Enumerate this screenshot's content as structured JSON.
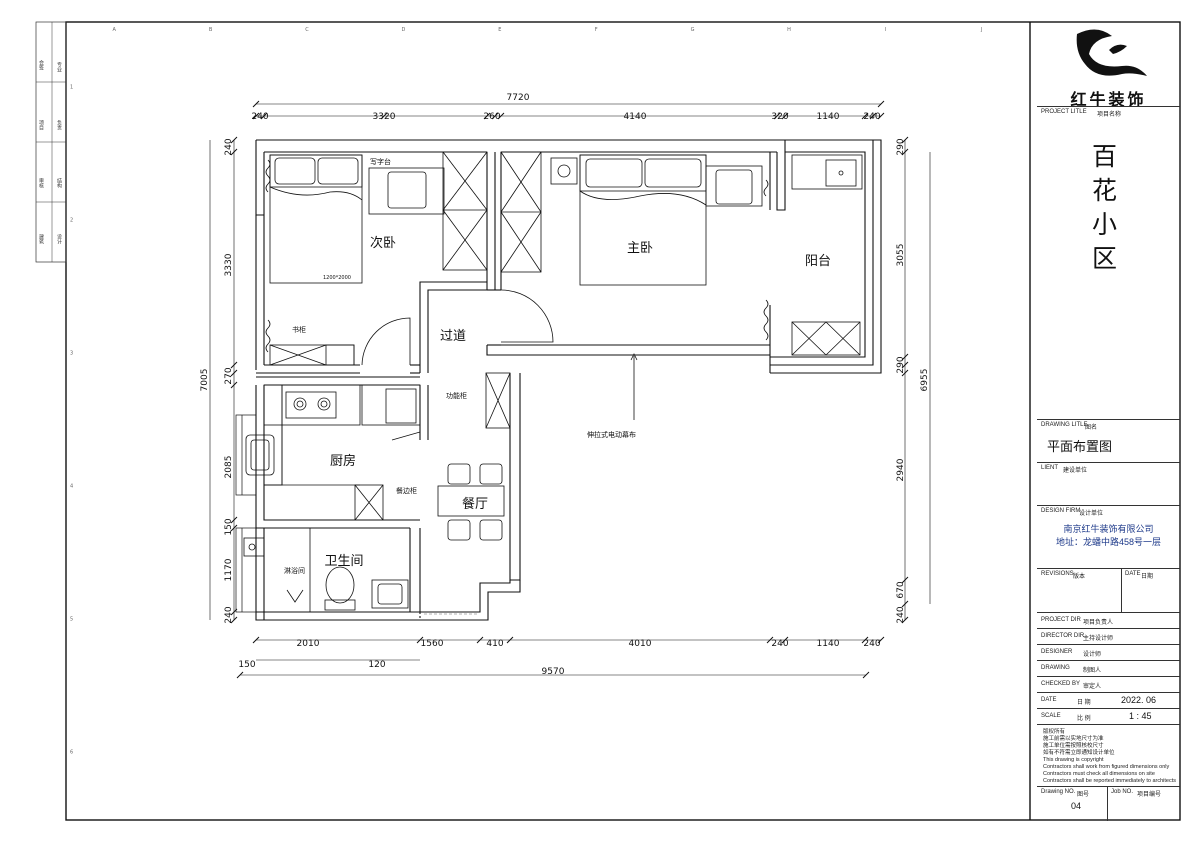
{
  "project": {
    "name": "百花小区",
    "name_chars": [
      "百",
      "花",
      "小",
      "区"
    ],
    "brand": "红牛装饰",
    "project_title_label": "PROJECT LITLE",
    "project_title_label_cn": "项目名称"
  },
  "drawing": {
    "title_label": "DRAWING LITLE",
    "title_label_cn": "图名",
    "title": "平面布置图",
    "client_label": "LIENT",
    "client_label_cn": "建设单位",
    "firm_label": "DESIGN FIRM",
    "firm_label_cn": "设计单位",
    "firm_name": "南京红牛装饰有限公司",
    "firm_address": "地址：龙蟠中路458号一层",
    "revisions_label": "REVISIONS",
    "revisions_label_cn": "版本",
    "date_small_label": "DATE",
    "date_small_label_cn": "日期",
    "project_dir_label": "PROJECT DIR",
    "project_dir_label_cn": "项目负责人",
    "director_label": "DIRECTOR DIR",
    "director_label_cn": "主持设计师",
    "designer_label": "DESIGNER",
    "designer_label_cn": "设计师",
    "drawing_label": "DRAWING",
    "drawing_label_cn": "制图人",
    "checked_label": "CHECKED BY",
    "checked_label_cn": "审定人",
    "date_label": "DATE",
    "date_label_cn": "日 期",
    "date_value": "2022. 06",
    "scale_label": "SCALE",
    "scale_label_cn": "比 例",
    "scale_value": "1 : 45",
    "drawing_no_label": "Drawing NO.",
    "drawing_no_label_cn": "图号",
    "drawing_no": "04",
    "job_no_label": "Job NO.",
    "job_no_label_cn": "项目编号"
  },
  "notes": [
    "版权所有",
    "施工前需以实地尺寸为准",
    "施工单位需按照核校尺寸",
    "如有不符需立即通知设计单位",
    "This drawing is copyright",
    "Contractors shall work from figured dimensions only",
    "Contractors must check all dimensions on site",
    "Contractors shall be reported immediately to architects"
  ],
  "left_tabs": [
    "会签",
    "专业",
    "项目",
    "负责",
    "审核",
    "结构",
    "建筑",
    "设计"
  ],
  "grid_letters": [
    "A",
    "B",
    "C",
    "D",
    "E",
    "F",
    "G",
    "H",
    "I",
    "J"
  ],
  "grid_numbers": [
    "1",
    "2",
    "3",
    "4",
    "5",
    "6"
  ],
  "rooms": {
    "second_bedroom": "次卧",
    "master_bedroom": "主卧",
    "balcony": "阳台",
    "corridor": "过道",
    "kitchen": "厨房",
    "dining": "餐厅",
    "bathroom": "卫生间",
    "shower": "淋浴间"
  },
  "labels": {
    "desk": "写字台",
    "bed_size": "1200*2000",
    "bookcase": "书柜",
    "function_cabinet": "功能柜",
    "side_cabinet": "餐边柜",
    "curtain": "伸拉式电动幕布"
  },
  "dims_top_total": "7720",
  "dims_top": [
    "240",
    "3320",
    "260",
    "4140",
    "320",
    "1140",
    "240"
  ],
  "dims_bottom": [
    "2010",
    "1560",
    "410",
    "4010",
    "240",
    "1140",
    "240"
  ],
  "dims_bottom2": [
    "150",
    "120"
  ],
  "dims_bottom_total": "9570",
  "dims_left": [
    "240",
    "3330",
    "270",
    "2085",
    "150",
    "1170",
    "240"
  ],
  "dims_left_total": "7005",
  "dims_right": [
    "290",
    "3055",
    "290",
    "2940",
    "670",
    "240"
  ],
  "dims_right_total": "6955"
}
